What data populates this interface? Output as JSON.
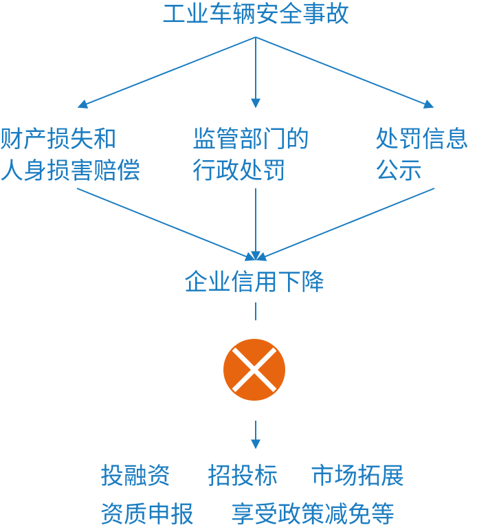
{
  "diagram": {
    "root": "工业车辆安全事故",
    "consequences": [
      {
        "line1": "财产损失和",
        "line2": "人身损害赔偿"
      },
      {
        "line1": "监管部门的",
        "line2": "行政处罚"
      },
      {
        "line1": "处罚信息",
        "line2": "公示"
      }
    ],
    "merge": "企业信用下降",
    "blocked_icon": "x-circle-icon",
    "effects": {
      "row1": [
        "投融资",
        "招投标",
        "市场拓展"
      ],
      "row2": [
        "资质申报",
        "享受政策减免等"
      ]
    },
    "colors": {
      "text_and_lines": "#1a7cc1",
      "blocked": "#e8650f"
    }
  }
}
